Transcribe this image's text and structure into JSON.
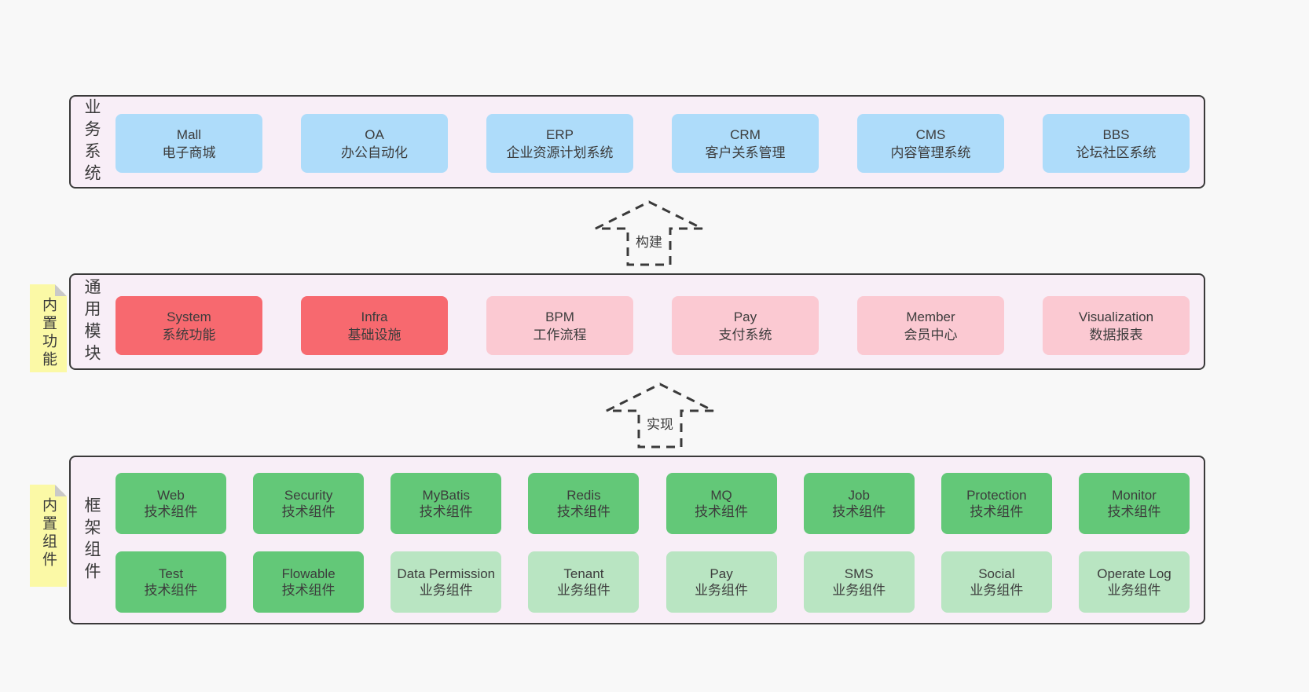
{
  "colors": {
    "page-bg": "#f8f8f8",
    "container-bg": "#f8eef7",
    "container-border": "#3a3a3a",
    "box-blue": "#aedcfa",
    "box-red": "#f7696f",
    "box-pink": "#fbc9d2",
    "box-green": "#63c878",
    "box-green-light": "#b9e5c2",
    "sticky-yellow": "#fbf9a6",
    "sticky-fold": "#c9c9c9",
    "text-dark": "#3a3a3a"
  },
  "sections": {
    "business": {
      "label": "业务系统",
      "boxes": [
        {
          "title": "Mall",
          "subtitle": "电子商城"
        },
        {
          "title": "OA",
          "subtitle": "办公自动化"
        },
        {
          "title": "ERP",
          "subtitle": "企业资源计划系统"
        },
        {
          "title": "CRM",
          "subtitle": "客户关系管理"
        },
        {
          "title": "CMS",
          "subtitle": "内容管理系统"
        },
        {
          "title": "BBS",
          "subtitle": "论坛社区系统"
        }
      ]
    },
    "modules": {
      "label": "通用模块",
      "sticky": "内置功能",
      "boxes": [
        {
          "title": "System",
          "subtitle": "系统功能"
        },
        {
          "title": "Infra",
          "subtitle": "基础设施"
        },
        {
          "title": "BPM",
          "subtitle": "工作流程"
        },
        {
          "title": "Pay",
          "subtitle": "支付系统"
        },
        {
          "title": "Member",
          "subtitle": "会员中心"
        },
        {
          "title": "Visualization",
          "subtitle": "数据报表"
        }
      ]
    },
    "framework": {
      "label": "框架组件",
      "sticky": "内置组件",
      "row1": [
        {
          "title": "Web",
          "subtitle": "技术组件"
        },
        {
          "title": "Security",
          "subtitle": "技术组件"
        },
        {
          "title": "MyBatis",
          "subtitle": "技术组件"
        },
        {
          "title": "Redis",
          "subtitle": "技术组件"
        },
        {
          "title": "MQ",
          "subtitle": "技术组件"
        },
        {
          "title": "Job",
          "subtitle": "技术组件"
        },
        {
          "title": "Protection",
          "subtitle": "技术组件"
        },
        {
          "title": "Monitor",
          "subtitle": "技术组件"
        }
      ],
      "row2": [
        {
          "title": "Test",
          "subtitle": "技术组件"
        },
        {
          "title": "Flowable",
          "subtitle": "技术组件"
        },
        {
          "title": "Data Permission",
          "subtitle": "业务组件"
        },
        {
          "title": "Tenant",
          "subtitle": "业务组件"
        },
        {
          "title": "Pay",
          "subtitle": "业务组件"
        },
        {
          "title": "SMS",
          "subtitle": "业务组件"
        },
        {
          "title": "Social",
          "subtitle": "业务组件"
        },
        {
          "title": "Operate Log",
          "subtitle": "业务组件"
        }
      ]
    }
  },
  "arrows": {
    "build": "构建",
    "implement": "实现"
  }
}
